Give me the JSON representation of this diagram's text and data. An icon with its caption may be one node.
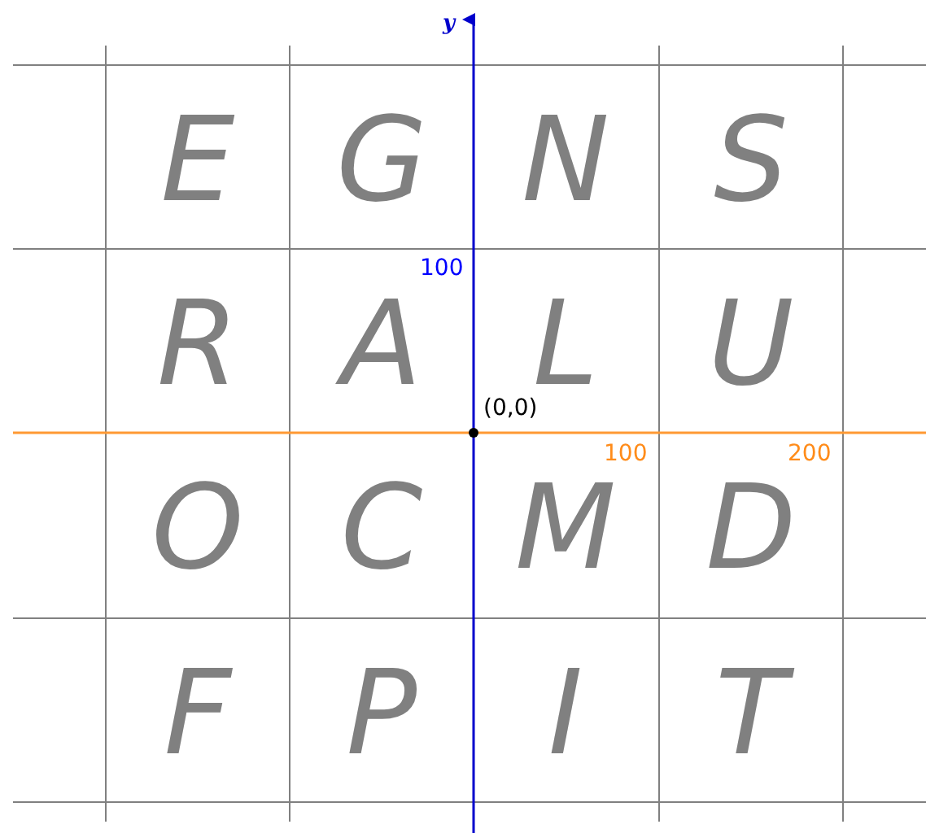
{
  "diagram": {
    "labels": [
      "y",
      "E",
      "G",
      "N",
      "S",
      "100",
      "R",
      "A",
      "L",
      "U",
      "(0,0)",
      "100",
      "200",
      "O",
      "C",
      "M",
      "D",
      "F",
      "P",
      "I",
      "T"
    ]
  }
}
